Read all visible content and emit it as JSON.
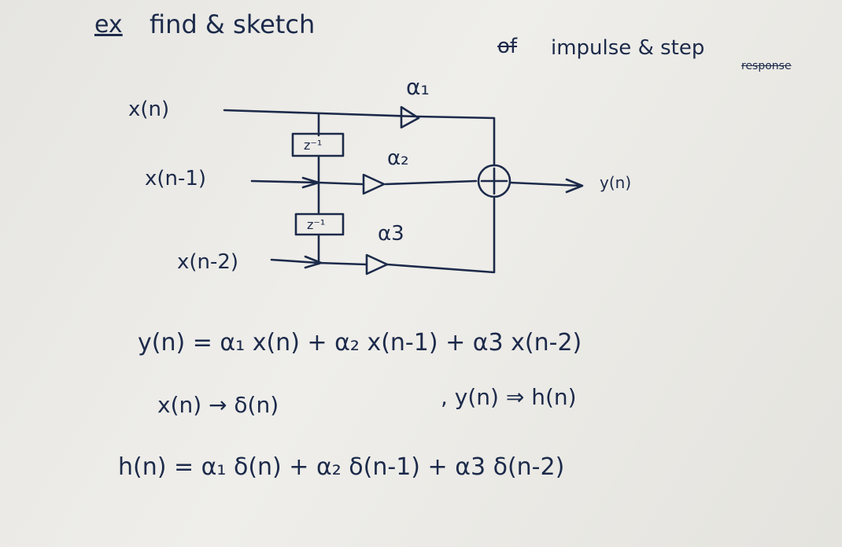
{
  "heading": {
    "prefix": "ex",
    "text": "find & sketch",
    "struck": "of",
    "tail": "impulse & step",
    "tail_struck": "response"
  },
  "diagram": {
    "input_label": "x(n)",
    "delayed1_label": "x(n-1)",
    "delayed2_label": "x(n-2)",
    "delay1": "z⁻¹",
    "delay2": "z⁻¹",
    "gain1": "α₁",
    "gain2": "α₂",
    "gain3": "α3",
    "adder": "+",
    "output_label": "y(n)"
  },
  "equations": {
    "difference": "y(n) = α₁ x(n) + α₂ x(n-1) + α3 x(n-2)",
    "substitution_left": "x(n) → δ(n)",
    "substitution_right": ", y(n) ⇒ h(n)",
    "impulse_response": "h(n) = α₁ δ(n) + α₂ δ(n-1) + α3 δ(n-2)"
  }
}
